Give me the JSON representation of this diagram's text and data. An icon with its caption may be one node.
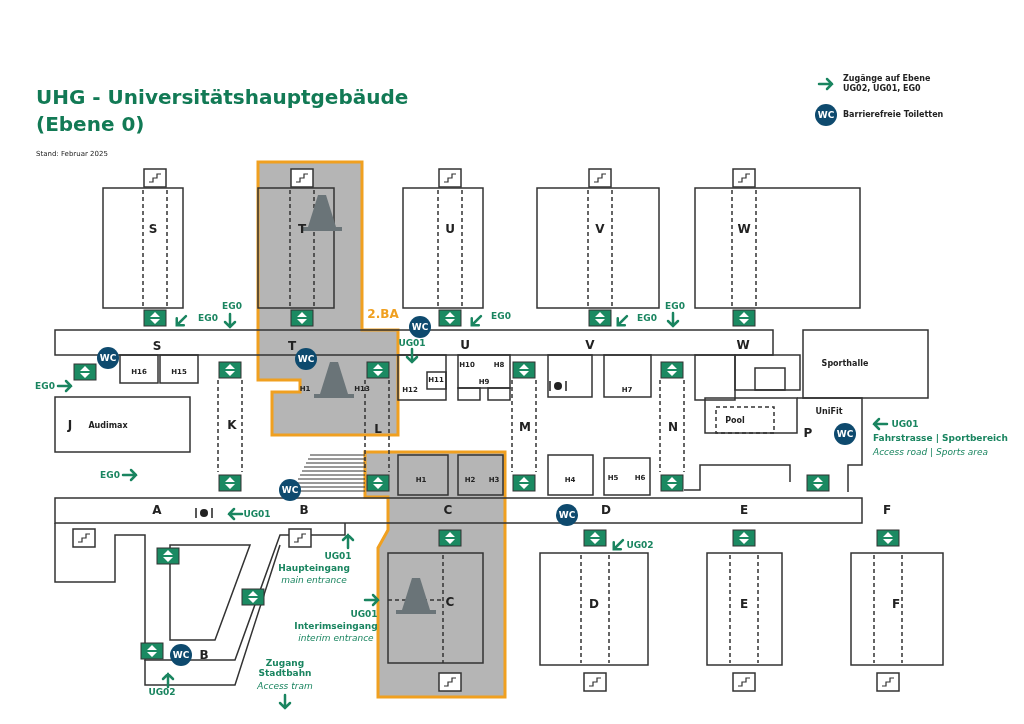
{
  "diagram": {
    "title": "UHG - Universitätshauptgebäude (Ebene 0)",
    "labels": [
      "Stand: Februar 2025",
      "S",
      "T",
      "U",
      "V",
      "W",
      "EG0",
      "EG0",
      "2.BA",
      "WC",
      "EG0",
      "EG0",
      "EG0",
      "WC",
      "S",
      "T",
      "WC",
      "UG01",
      "U",
      "V",
      "W",
      "Sporthalle",
      "H16",
      "H15",
      "H1",
      "H13",
      "H12",
      "H11",
      "H10",
      "H8",
      "H9",
      "H7",
      "EG0",
      "J",
      "Audimax",
      "K",
      "L",
      "M",
      "N",
      "Pool",
      "UniFit",
      "P",
      "WC",
      "UG01",
      "Fahrstrasse | Sportbereich",
      "Access road | Sports area",
      "EG0",
      "WC",
      "H1",
      "H2",
      "H3",
      "H4",
      "H5",
      "H6",
      "A",
      "UG01",
      "B",
      "C",
      "WC",
      "D",
      "E",
      "F",
      "UG02",
      "UG01",
      "Haupteingang",
      "main entrance",
      "C",
      "D",
      "E",
      "F",
      "UG01",
      "Interimseingang",
      "interim entrance",
      "WC",
      "B",
      "Zugang Stadtbahn",
      "Access tram",
      "UG02",
      "WC"
    ],
    "legend": [
      {
        "text": "Zugänge auf Ebene UG02, UG01, EG0"
      },
      {
        "text": "Barrierefreie Toiletten"
      }
    ]
  }
}
